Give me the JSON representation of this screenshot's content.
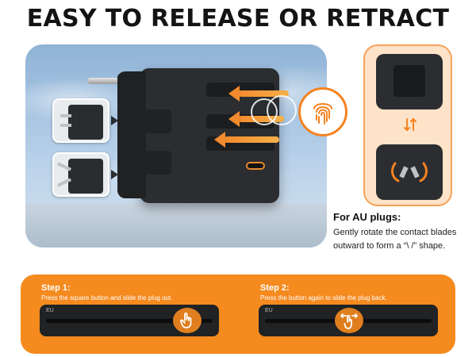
{
  "headline": "EASY TO RELEASE OR RETRACT",
  "au": {
    "title": "For AU plugs:",
    "line1": "Gently rotate the contact blades",
    "line2": "outward to form a “\\ /” shape."
  },
  "steps": [
    {
      "title": "Step 1:",
      "desc": "Press the square button and slide the plug out.",
      "rail_label": "EU"
    },
    {
      "title": "Step 2:",
      "desc": "Press the button again to slide the plug back.",
      "rail_label": "EU"
    }
  ],
  "colors": {
    "accent": "#f58a1f",
    "device": "#2b2d30",
    "panel_bg": "#fde3c7"
  },
  "icons": [
    "fingerprint-icon",
    "swap-arrows-icon",
    "hand-press-icon",
    "hand-slide-icon",
    "arrow-left-icon"
  ]
}
